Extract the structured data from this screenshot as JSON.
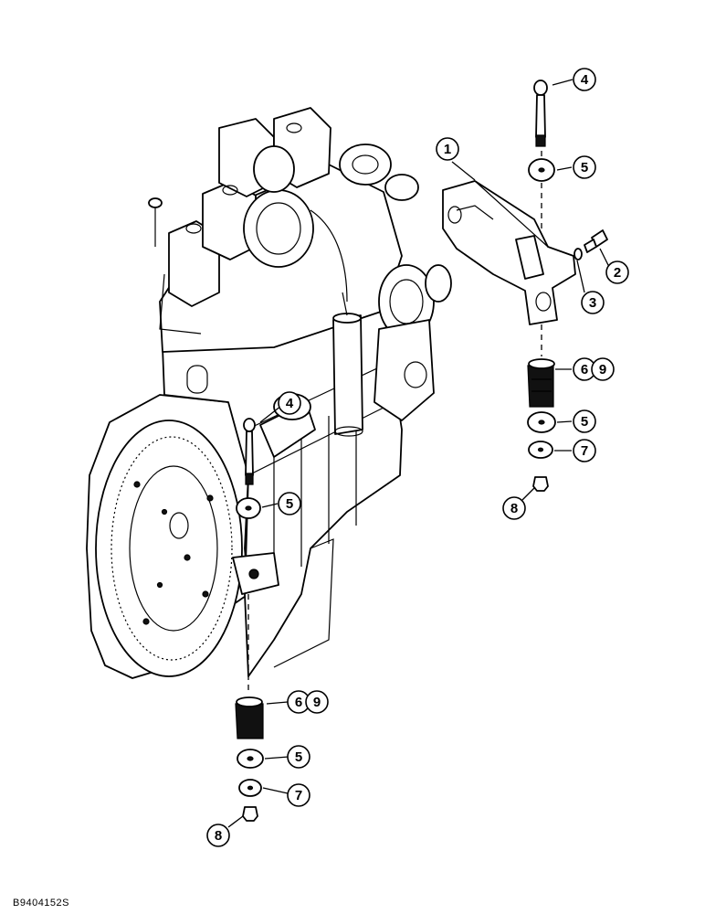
{
  "drawing_number": "B9404152S",
  "callouts": [
    {
      "id": "c4-top",
      "label": "4"
    },
    {
      "id": "c1",
      "label": "1"
    },
    {
      "id": "c5-top",
      "label": "5"
    },
    {
      "id": "c2",
      "label": "2"
    },
    {
      "id": "c3",
      "label": "3"
    },
    {
      "id": "c6-right",
      "label": "6"
    },
    {
      "id": "c9-right",
      "label": "9"
    },
    {
      "id": "c5-right",
      "label": "5"
    },
    {
      "id": "c7-right",
      "label": "7"
    },
    {
      "id": "c8-right",
      "label": "8"
    },
    {
      "id": "c4-left",
      "label": "4"
    },
    {
      "id": "c5-left",
      "label": "5"
    },
    {
      "id": "c6-bottom",
      "label": "6"
    },
    {
      "id": "c9-bottom",
      "label": "9"
    },
    {
      "id": "c5-bottom",
      "label": "5"
    },
    {
      "id": "c7-bottom",
      "label": "7"
    },
    {
      "id": "c8-bottom",
      "label": "8"
    }
  ]
}
